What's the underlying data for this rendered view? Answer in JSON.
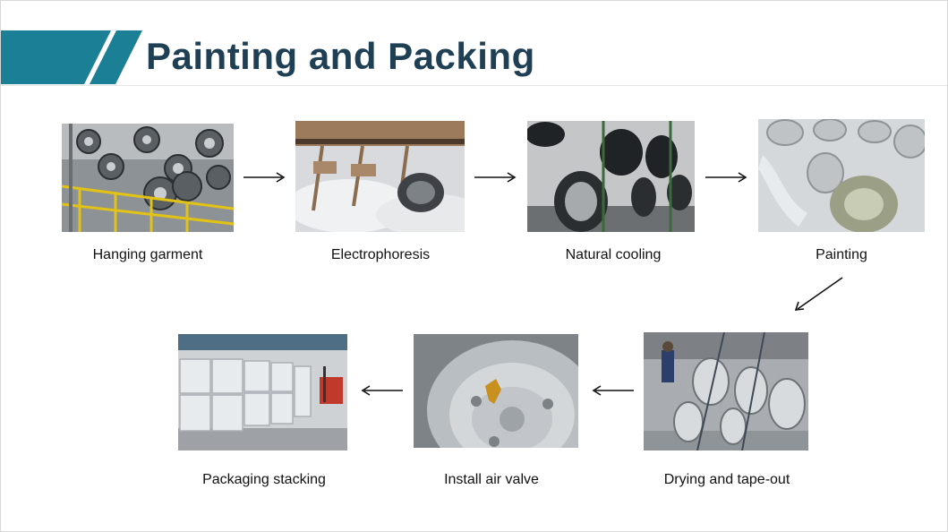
{
  "header": {
    "title": "Painting and Packing",
    "accent_color": "#1b7f95"
  },
  "steps": [
    {
      "label": "Hanging garment"
    },
    {
      "label": "Electrophoresis"
    },
    {
      "label": "Natural cooling"
    },
    {
      "label": "Painting"
    },
    {
      "label": "Drying and tape-out"
    },
    {
      "label": "Install air valve"
    },
    {
      "label": "Packaging stacking"
    }
  ],
  "icons": {
    "flow_arrow": "arrow-icon"
  }
}
